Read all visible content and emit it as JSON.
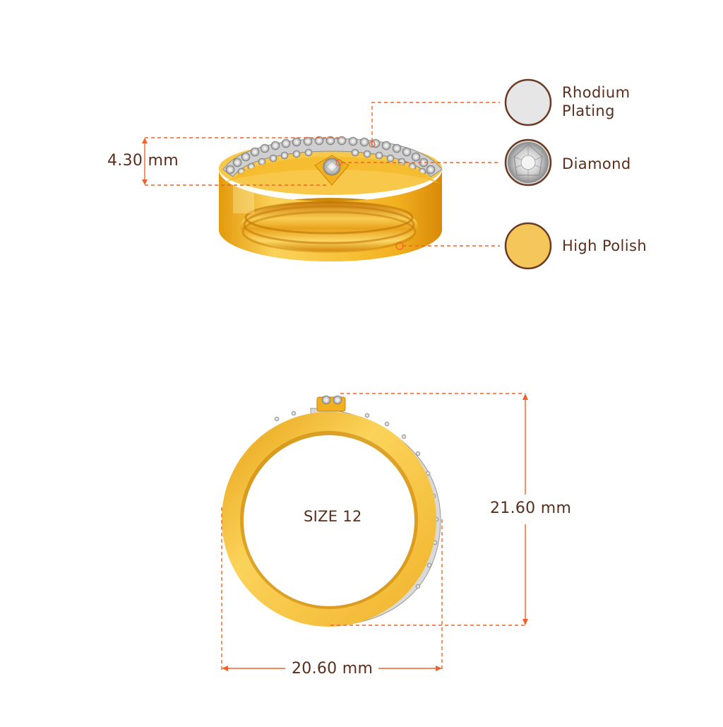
{
  "dimensions": {
    "band_width": "4.30 mm",
    "ring_height": "21.60 mm",
    "ring_width": "20.60 mm",
    "size": "SIZE 12"
  },
  "legend": [
    {
      "line1": "Rhodium",
      "line2": "Plating",
      "swatch_color": "#e6e6e6"
    },
    {
      "line1": "Diamond",
      "line2": "",
      "swatch_color": "#d9d9d9"
    },
    {
      "line1": "High Polish",
      "line2": "",
      "swatch_color": "#f5c65a"
    }
  ],
  "colors": {
    "dimension_line": "#f0622a",
    "text": "#5a2e1c",
    "swatch_border": "#6b3a24",
    "gold_light": "#fbd35a",
    "gold_dark": "#e49a0a"
  }
}
